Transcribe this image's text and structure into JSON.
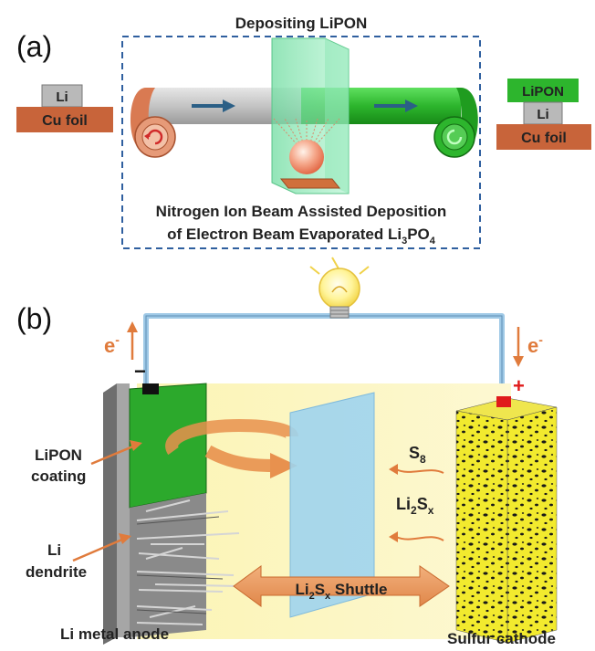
{
  "panel_a": {
    "label": "(a)",
    "header": "Depositing LiPON",
    "left_stack": {
      "li": "Li",
      "cu": "Cu foil"
    },
    "right_stack": {
      "lipon": "LiPON",
      "li": "Li",
      "cu": "Cu foil"
    },
    "caption_line1": "Nitrogen Ion Beam Assisted Deposition",
    "caption_line2_prefix": "of Electron Beam Evaporated Li",
    "caption_sub1": "3",
    "caption_mid": "PO",
    "caption_sub2": "4"
  },
  "panel_b": {
    "label": "(b)",
    "electron_left": "e",
    "electron_right": "e",
    "electron_sup": "-",
    "minus_sign": "−",
    "plus_sign": "+",
    "lipon_coating_line1": "LiPON",
    "lipon_coating_line2": "coating",
    "li_dendrite_line1": "Li",
    "li_dendrite_line2": "dendrite",
    "s8_main": "S",
    "s8_sub": "8",
    "li2sx_main1": "Li",
    "li2sx_sub1": "2",
    "li2sx_main2": "S",
    "li2sx_sub2": "x",
    "shuttle_main1": "Li",
    "shuttle_sub1": "2",
    "shuttle_main2": "S",
    "shuttle_sub2": "x",
    "shuttle_rest": " Shuttle",
    "anode_label": "Li metal anode",
    "cathode_label": "Sulfur cathode"
  },
  "colors": {
    "lipon_green": "#2db52d",
    "cu_orange": "#c8643a",
    "li_gray": "#b8b8b8",
    "arrow_orange": "#e8914e",
    "separator_blue": "#9fd4ee",
    "cell_yellow": "#fdf6c0",
    "wire_blue": "#9fc9e6",
    "frame_dash_blue": "#2f5f9f"
  }
}
